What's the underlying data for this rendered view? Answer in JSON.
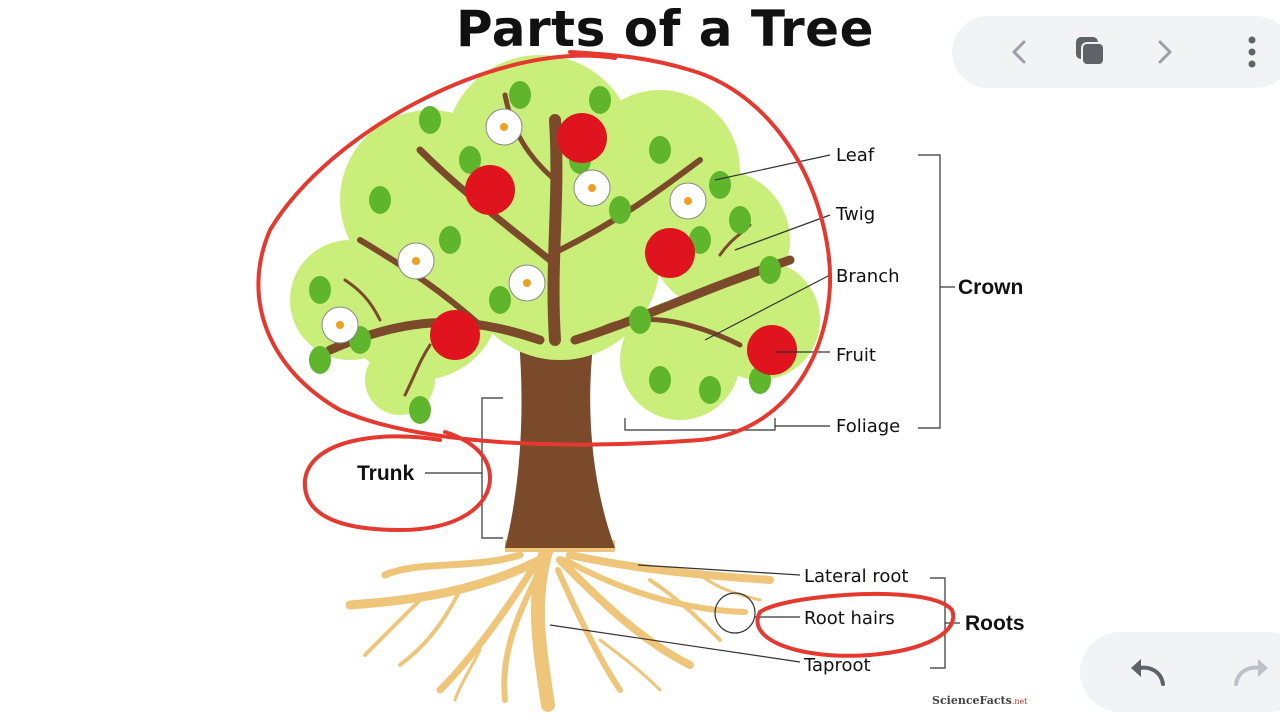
{
  "diagram": {
    "title": "Parts of a Tree",
    "labels": {
      "leaf": "Leaf",
      "twig": "Twig",
      "branch": "Branch",
      "fruit": "Fruit",
      "foliage": "Foliage",
      "crown": "Crown",
      "trunk": "Trunk",
      "lateral_root": "Lateral root",
      "root_hairs": "Root hairs",
      "taproot": "Taproot",
      "roots": "Roots"
    },
    "credit": {
      "main": "ScienceFacts",
      "suffix": ".net"
    }
  },
  "browser_toolbar": {
    "back_icon": "chevron-left-icon",
    "tabs_icon": "tabs-icon",
    "forward_icon": "chevron-right-icon",
    "menu_icon": "more-vertical-icon"
  },
  "bottom_controls": {
    "undo_icon": "undo-icon",
    "redo_icon": "redo-icon"
  },
  "colors": {
    "annotation": "#e5392f",
    "foliage_light": "#c9ef7a",
    "leaf": "#5fb52c",
    "apple": "#e0141e",
    "trunk": "#7a4a2a",
    "root": "#efc57a"
  }
}
